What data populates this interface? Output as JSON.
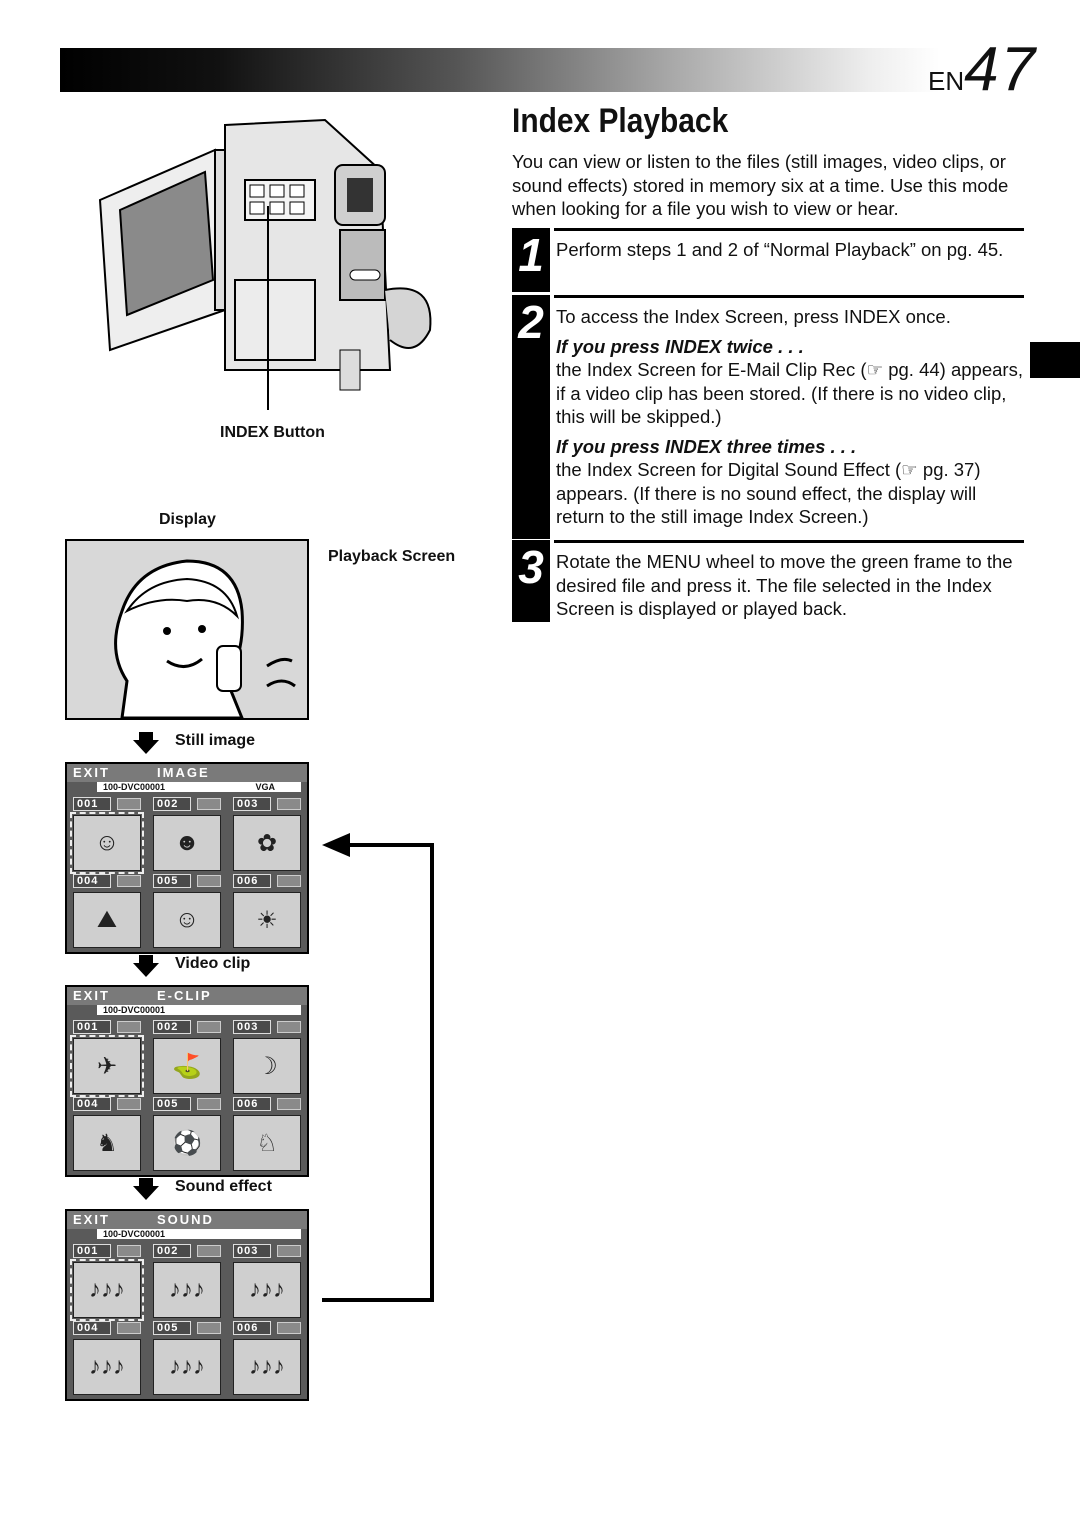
{
  "header": {
    "prefix": "EN",
    "page_number": "47"
  },
  "title": "Index Playback",
  "intro": "You can view or listen to the files (still images, video clips, or sound effects) stored in memory six at a time. Use this mode when looking for a file you wish to view or hear.",
  "steps": [
    {
      "num": "1",
      "text": "Perform steps 1 and 2 of “Normal Playback” on pg. 45."
    },
    {
      "num": "2",
      "text": "To access the Index Screen, press INDEX once.",
      "sub1_title": "If you press INDEX twice . . .",
      "sub1_text": "the Index Screen for E-Mail Clip Rec (☞ pg. 44) appears, if a video clip has been stored. (If there is no video clip, this will be skipped.)",
      "sub2_title": "If you press INDEX three times . . .",
      "sub2_text": "the Index Screen for Digital Sound Effect (☞ pg. 37) appears. (If there is no sound effect, the display will return to the still image Index Screen.)"
    },
    {
      "num": "3",
      "text": "Rotate the MENU wheel to move the green frame to the desired file and press it. The file selected in the Index Screen is displayed or played back."
    }
  ],
  "labels": {
    "index_button": "INDEX Button",
    "display": "Display",
    "playback_screen": "Playback Screen",
    "still_image": "Still image",
    "video_clip": "Video clip",
    "sound_effect": "Sound effect"
  },
  "screens": [
    {
      "exit": "EXIT",
      "mode": "IMAGE",
      "folder": "100-DVC00001",
      "res": "VGA",
      "cells": [
        {
          "id": "001",
          "icon": "☺"
        },
        {
          "id": "002",
          "icon": "☻"
        },
        {
          "id": "003",
          "icon": "✿"
        },
        {
          "id": "004",
          "icon": "⛰"
        },
        {
          "id": "005",
          "icon": "☺"
        },
        {
          "id": "006",
          "icon": "☀"
        }
      ]
    },
    {
      "exit": "EXIT",
      "mode": "E-CLIP",
      "folder": "100-DVC00001",
      "res": "",
      "cells": [
        {
          "id": "001",
          "icon": "✈"
        },
        {
          "id": "002",
          "icon": "⛳"
        },
        {
          "id": "003",
          "icon": "☽"
        },
        {
          "id": "004",
          "icon": "♞"
        },
        {
          "id": "005",
          "icon": "⚽"
        },
        {
          "id": "006",
          "icon": "♘"
        }
      ]
    },
    {
      "exit": "EXIT",
      "mode": "SOUND",
      "folder": "100-DVC00001",
      "res": "",
      "cells": [
        {
          "id": "001",
          "icon": "♪♪♪"
        },
        {
          "id": "002",
          "icon": "♪♪♪"
        },
        {
          "id": "003",
          "icon": "♪♪♪"
        },
        {
          "id": "004",
          "icon": "♪♪♪"
        },
        {
          "id": "005",
          "icon": "♪♪♪"
        },
        {
          "id": "006",
          "icon": "♪♪♪"
        }
      ]
    }
  ]
}
